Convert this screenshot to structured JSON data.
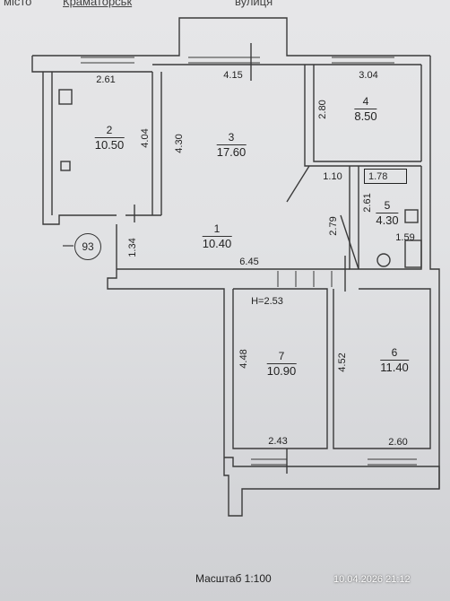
{
  "header": {
    "city_prefix": "місто",
    "city": "Краматорськ",
    "street_fragment": "вулиця"
  },
  "building_badge": "93",
  "room_labels": [
    {
      "num": "1",
      "area": "10.40"
    },
    {
      "num": "2",
      "area": "10.50"
    },
    {
      "num": "3",
      "area": "17.60"
    },
    {
      "num": "4",
      "area": "8.50"
    },
    {
      "num": "5",
      "area": "4.30"
    },
    {
      "num": "6",
      "area": "11.40"
    },
    {
      "num": "7",
      "area": "10.90"
    }
  ],
  "dimensions": {
    "d_2_61": "2.61",
    "d_4_15": "4.15",
    "d_3_04": "3.04",
    "d_2_80": "2.80",
    "d_4_04": "4.04",
    "d_4_30": "4.30",
    "d_1_10": "1.10",
    "d_1_78": "1.78",
    "d_2_61b": "2.61",
    "d_2_79": "2.79",
    "d_1_59": "1.59",
    "d_1_34": "1.34",
    "d_6_45": "6.45",
    "d_4_48": "4.48",
    "d_4_52": "4.52",
    "d_2_43": "2.43",
    "d_2_60": "2.60"
  },
  "ceiling_height": "H=2.53",
  "scale": "Масштаб 1:100",
  "timestamp": "10.04.2026 21:12",
  "colors": {
    "wall": "#3a3a3a",
    "paper": "#e2e3e5",
    "stamp": "#ffffff"
  }
}
